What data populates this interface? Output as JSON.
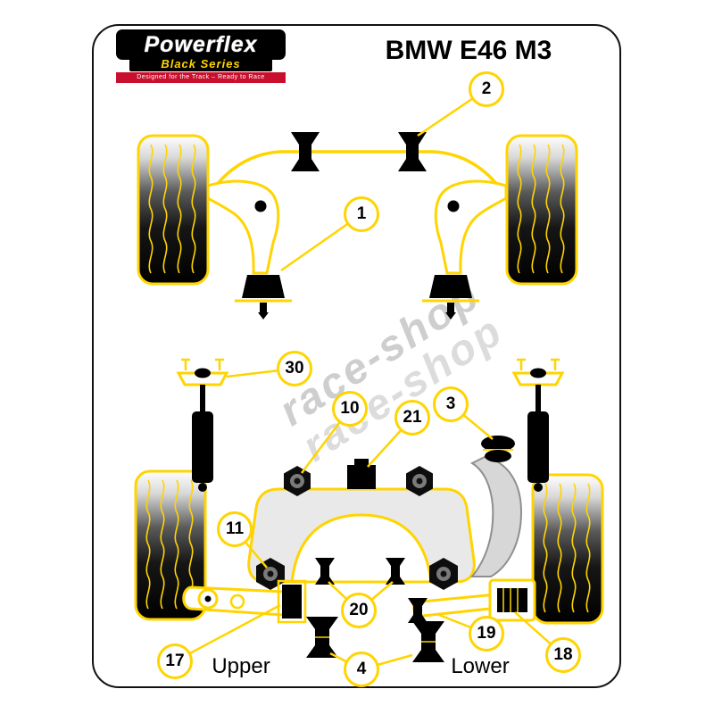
{
  "header": {
    "title": "BMW E46 M3"
  },
  "logo": {
    "brand": "Powerflex",
    "series": "Black Series",
    "tagline": "Designed for the Track – Ready to Race"
  },
  "watermark": {
    "text": "race-shop"
  },
  "annotations": {
    "upper": "Upper",
    "lower": "Lower"
  },
  "callouts": {
    "c1": "1",
    "c2": "2",
    "c3": "3",
    "c4": "4",
    "c10": "10",
    "c11": "11",
    "c17": "17",
    "c18": "18",
    "c19": "19",
    "c20": "20",
    "c21": "21",
    "c30": "30"
  },
  "colors": {
    "accent_yellow": "#FFD400",
    "brand_red": "#C8102E",
    "watermark_gray": "#9E9E9E",
    "part_black": "#000000"
  }
}
